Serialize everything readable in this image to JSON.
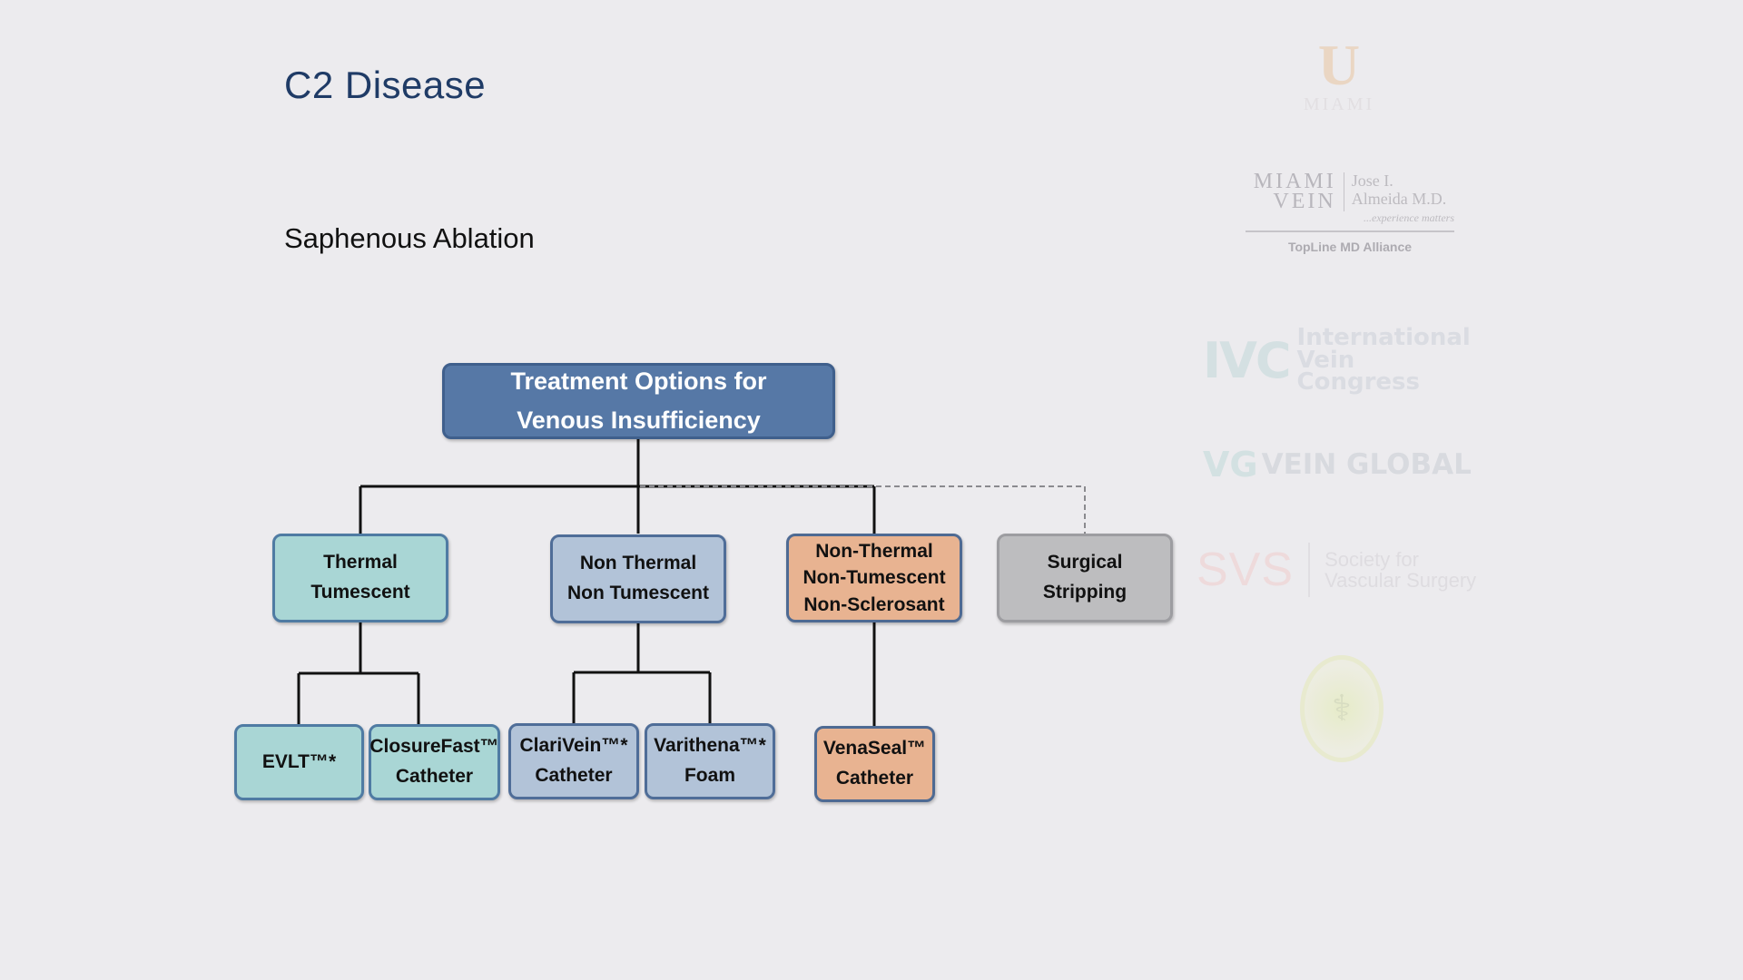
{
  "slide": {
    "title": "C2 Disease",
    "subtitle": "Saphenous Ablation"
  },
  "diagram": {
    "root": {
      "lines": [
        "Treatment Options for",
        "Venous  Insufficiency"
      ],
      "color": "#5678A6"
    },
    "categories": [
      {
        "id": "thermal",
        "lines": [
          "Thermal",
          "Tumescent"
        ],
        "color": "#A9D6D5"
      },
      {
        "id": "nonthermal",
        "lines": [
          "Non Thermal",
          "Non Tumescent"
        ],
        "color": "#B2C3D8"
      },
      {
        "id": "nonsclerosant",
        "lines": [
          "Non-Thermal",
          "Non-Tumescent",
          "Non-Sclerosant"
        ],
        "color": "#E8B391"
      },
      {
        "id": "surgical",
        "lines": [
          "Surgical",
          "Stripping"
        ],
        "color": "#BDBDBF"
      }
    ],
    "leaves": [
      {
        "parent": "thermal",
        "lines": [
          "EVLT™*"
        ]
      },
      {
        "parent": "thermal",
        "lines": [
          "ClosureFast™",
          "Catheter"
        ]
      },
      {
        "parent": "nonthermal",
        "lines": [
          "ClariVein™*",
          "Catheter"
        ]
      },
      {
        "parent": "nonthermal",
        "lines": [
          "Varithena™*",
          "Foam"
        ]
      },
      {
        "parent": "nonsclerosant",
        "lines": [
          "VenaSeal™",
          "Catheter"
        ]
      }
    ]
  },
  "logos": {
    "university": {
      "letter": "U",
      "name": "MIAMI"
    },
    "miami_vein": {
      "left": [
        "MIAMI",
        "VEIN"
      ],
      "right": [
        "Jose I.",
        "Almeida M.D."
      ],
      "tagline": "...experience matters",
      "alliance": "TopLine MD Alliance"
    },
    "ivc": {
      "mark": "IVC",
      "lines": [
        "International",
        "Vein Congress"
      ]
    },
    "vein_global": {
      "mark": "VG",
      "text": "VEIN GLOBAL"
    },
    "svs": {
      "mark": "SVS",
      "lines": [
        "Society for",
        "Vascular Surgery"
      ]
    }
  }
}
